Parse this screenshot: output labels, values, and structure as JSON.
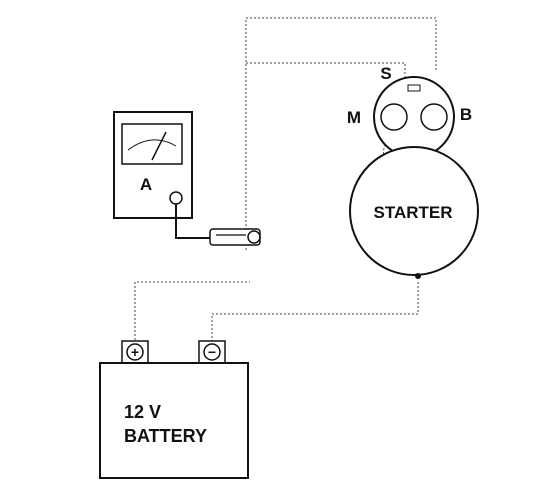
{
  "labels": {
    "s_terminal": "S",
    "m_terminal": "M",
    "b_terminal": "B",
    "starter": "STARTER",
    "ammeter": "A",
    "battery_line1": "12 V",
    "battery_line2": "BATTERY",
    "positive_symbol": "+",
    "negative_symbol": "−"
  },
  "colors": {
    "line": "#111111",
    "wire": "#444444",
    "background": "#ffffff"
  }
}
